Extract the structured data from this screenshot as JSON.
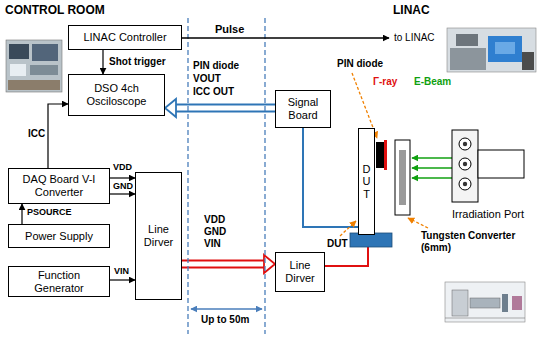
{
  "diagram": {
    "nodes": [
      {
        "text": [
          "LINAC Controller"
        ]
      },
      {
        "text": [
          "DSO 4ch Osciloscope"
        ]
      },
      {
        "text": [
          "DAQ Board V-I Converter"
        ]
      },
      {
        "text": [
          "Power Supply"
        ]
      },
      {
        "text": [
          "Function Generator"
        ]
      },
      {
        "text": [
          "Line Dirver"
        ]
      },
      {
        "text": [
          "Signal Board"
        ]
      },
      {
        "text": [
          "Line Dirver"
        ]
      },
      {
        "text": [
          "DUT"
        ]
      },
      {
        "text": [
          "Irradiation Port"
        ]
      }
    ],
    "edges": [
      {
        "from": 0,
        "to": 1,
        "arrow": "to",
        "label": "Shot trigger"
      },
      {
        "from": 2,
        "to": 1,
        "arrow": "to",
        "label": "ICC"
      },
      {
        "from": 3,
        "to": 2,
        "arrow": "to",
        "label": "PSOURCE"
      },
      {
        "from": 2,
        "to": 5,
        "arrow": "to",
        "label": "VDD"
      },
      {
        "from": 2,
        "to": 5,
        "arrow": "to",
        "label": "GND"
      },
      {
        "from": 4,
        "to": 5,
        "arrow": "to",
        "label": "VIN"
      },
      {
        "from": 5,
        "to": 7,
        "arrow": "to",
        "label": "VDD GND VIN"
      },
      {
        "from": 6,
        "to": 1,
        "arrow": "to"
      },
      {
        "from": 7,
        "to": 8,
        "arrow": "none"
      },
      {
        "from": 8,
        "to": 6,
        "arrow": "none"
      }
    ],
    "labels": [
      "CONTROL ROOM",
      "LINAC",
      "Pulse",
      "to LINAC",
      "PIN diode",
      "VOUT",
      "ICC OUT",
      "PIN diode",
      "Γ-ray",
      "E-Beam",
      "DUT",
      "Tungsten Converter (6mm)",
      "Up to 50m"
    ]
  }
}
